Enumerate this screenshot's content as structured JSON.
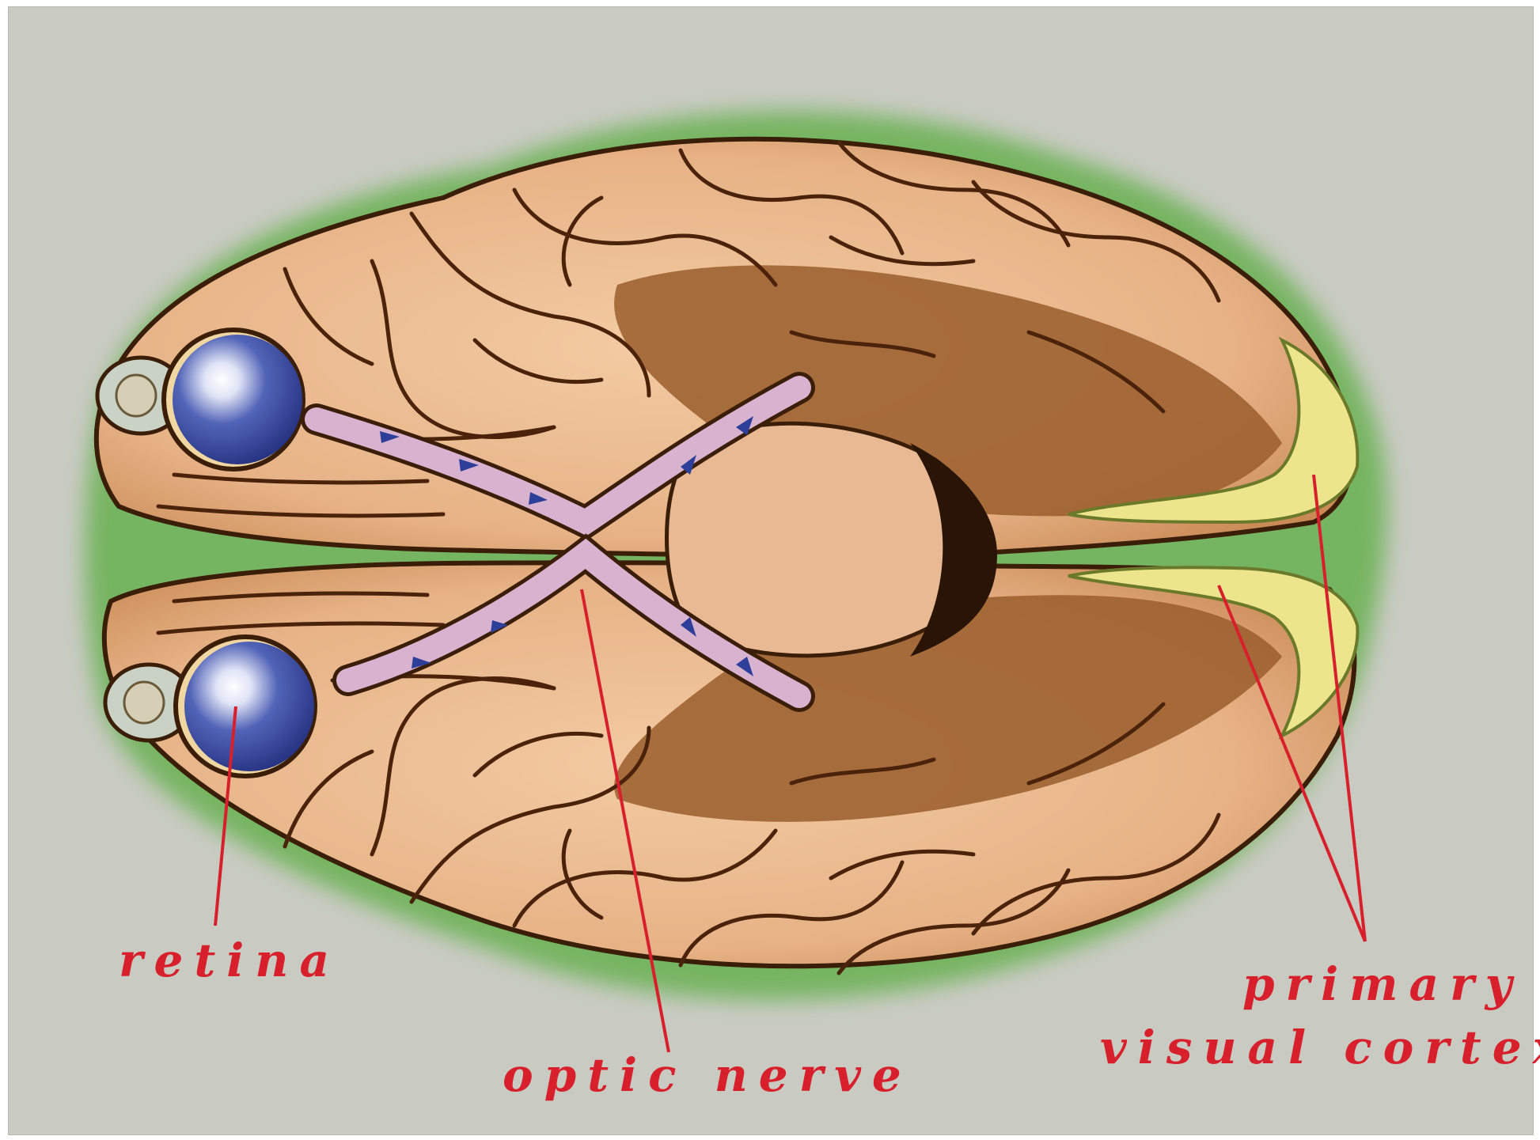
{
  "labels": {
    "retina": "retina",
    "optic_nerve": "optic nerve",
    "primary": "primary",
    "visual_cortex": "visual cortex"
  },
  "colors": {
    "background": "#c9cbc2",
    "halo": "#6db257",
    "brain": "#eab88f",
    "brain_shadow": "#8a5126",
    "sulci": "#5a2e10",
    "eyeball": "#2e3f9a",
    "optic_tract": "#d7b3cf",
    "visual_cortex": "#ede58b",
    "label_red": "#d8202c"
  },
  "icons": {
    "eye_left_top": "eyeball-icon",
    "eye_left_bottom": "eyeball-icon"
  }
}
